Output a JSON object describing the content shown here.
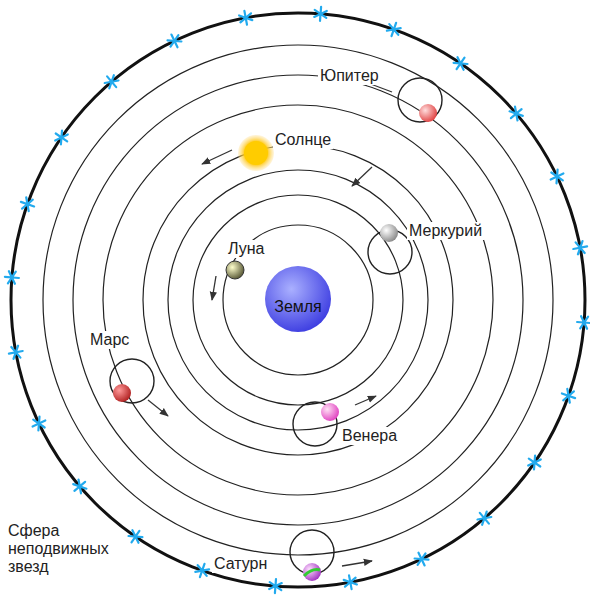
{
  "diagram": {
    "nodes": [
      {
        "text": [
          "Земля"
        ]
      }
    ],
    "labels": [
      "Юпитер",
      "Солнце",
      "Меркурий",
      "Луна",
      "Марс",
      "Венера",
      "Сфера неподвижных звезд",
      "Сатурн"
    ]
  }
}
